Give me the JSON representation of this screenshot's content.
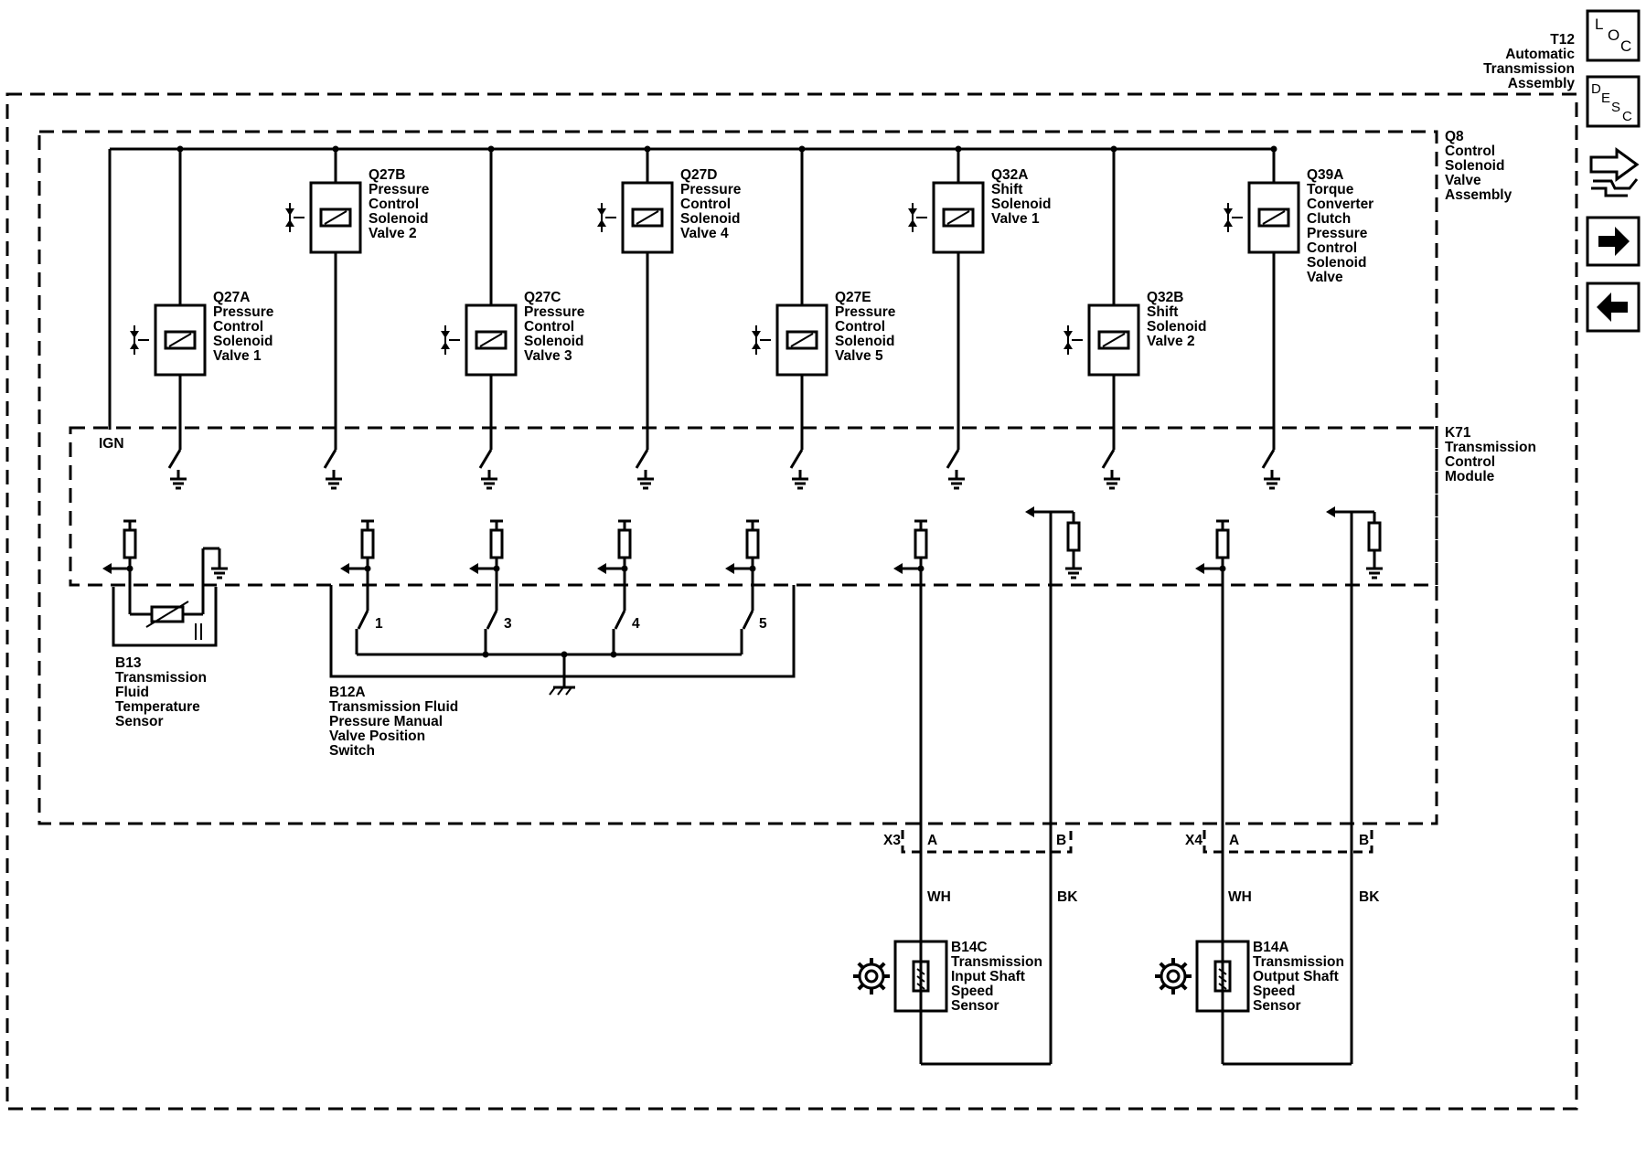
{
  "assembly": {
    "ref": "T12",
    "lines": [
      "Automatic",
      "Transmission",
      "Assembly"
    ]
  },
  "valve_body": {
    "ref": "Q8",
    "lines": [
      "Control",
      "Solenoid",
      "Valve",
      "Assembly"
    ]
  },
  "module": {
    "ref": "K71",
    "lines": [
      "Transmission",
      "Control",
      "Module"
    ]
  },
  "ign_label": "IGN",
  "solenoids": [
    {
      "ref": "Q27A",
      "lines": [
        "Pressure",
        "Control",
        "Solenoid",
        "Valve 1"
      ]
    },
    {
      "ref": "Q27B",
      "lines": [
        "Pressure",
        "Control",
        "Solenoid",
        "Valve 2"
      ]
    },
    {
      "ref": "Q27C",
      "lines": [
        "Pressure",
        "Control",
        "Solenoid",
        "Valve 3"
      ]
    },
    {
      "ref": "Q27D",
      "lines": [
        "Pressure",
        "Control",
        "Solenoid",
        "Valve 4"
      ]
    },
    {
      "ref": "Q27E",
      "lines": [
        "Pressure",
        "Control",
        "Solenoid",
        "Valve 5"
      ]
    },
    {
      "ref": "Q32A",
      "lines": [
        "Shift",
        "Solenoid",
        "Valve 1"
      ]
    },
    {
      "ref": "Q32B",
      "lines": [
        "Shift",
        "Solenoid",
        "Valve 2"
      ]
    },
    {
      "ref": "Q39A",
      "lines": [
        "Torque",
        "Converter",
        "Clutch",
        "Pressure",
        "Control",
        "Solenoid",
        "Valve"
      ]
    }
  ],
  "temp_sensor": {
    "ref": "B13",
    "lines": [
      "Transmission",
      "Fluid",
      "Temperature",
      "Sensor"
    ]
  },
  "pressure_switch": {
    "ref": "B12A",
    "lines": [
      "Transmission Fluid",
      "Pressure Manual",
      "Valve Position",
      "Switch"
    ],
    "contacts": [
      "1",
      "3",
      "4",
      "5"
    ]
  },
  "connectors": [
    {
      "ref": "X3",
      "pin_a": "A",
      "pin_b": "B"
    },
    {
      "ref": "X4",
      "pin_a": "A",
      "pin_b": "B"
    }
  ],
  "wires": [
    {
      "color_a": "WH",
      "color_b": "BK"
    },
    {
      "color_a": "WH",
      "color_b": "BK"
    }
  ],
  "speed_sensors": [
    {
      "ref": "B14C",
      "lines": [
        "Transmission",
        "Input Shaft",
        "Speed",
        "Sensor"
      ]
    },
    {
      "ref": "B14A",
      "lines": [
        "Transmission",
        "Output Shaft",
        "Speed",
        "Sensor"
      ]
    }
  ],
  "nav": {
    "loc_letters": [
      "L",
      "O",
      "C"
    ],
    "desc_letters": [
      "D",
      "E",
      "S",
      "C"
    ],
    "icons": [
      "connector-end-view-icon",
      "next-page-arrow-icon",
      "previous-page-arrow-icon"
    ]
  }
}
